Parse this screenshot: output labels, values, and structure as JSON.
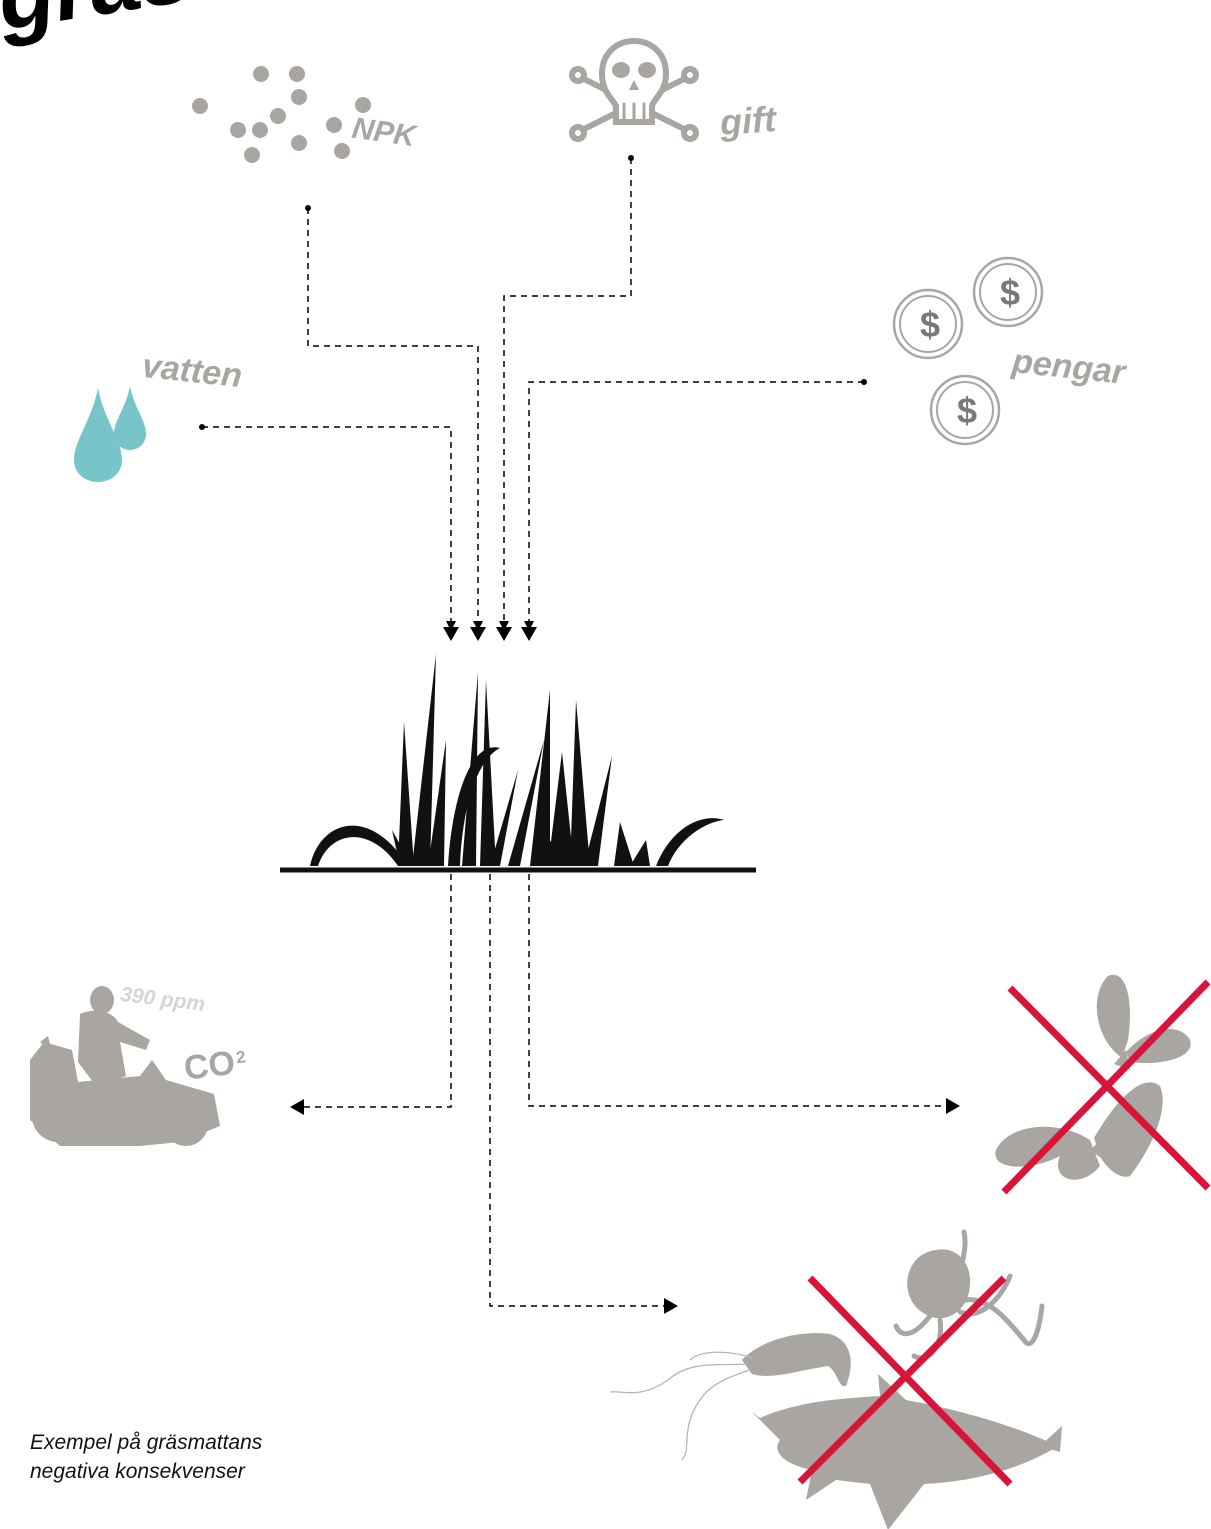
{
  "title": "gräs.",
  "inputs": {
    "fertilizer_label": "NPK",
    "poison_label": "gift",
    "water_label": "vatten",
    "money_label": "pengar",
    "coin_symbol": "$"
  },
  "outputs": {
    "emissions_value": "390 ppm",
    "emissions_label": "CO",
    "emissions_subscript": "2"
  },
  "caption": {
    "line1": "Exempel på gräsmattans",
    "line2": "negativa konsekvenser"
  },
  "colors": {
    "gray": "#a9a6a2",
    "water": "#77c4c9",
    "cross": "#d8143a",
    "ink": "#111111",
    "ppm": "#d7d5d2"
  },
  "icons": [
    "fertilizer-dots-icon",
    "skull-crossbones-icon",
    "water-drops-icon",
    "coin-icon",
    "grass-icon",
    "lawn-mower-icon",
    "butterfly-icon",
    "octopus-icon",
    "shrimp-icon",
    "shark-icon",
    "cross-icon"
  ]
}
